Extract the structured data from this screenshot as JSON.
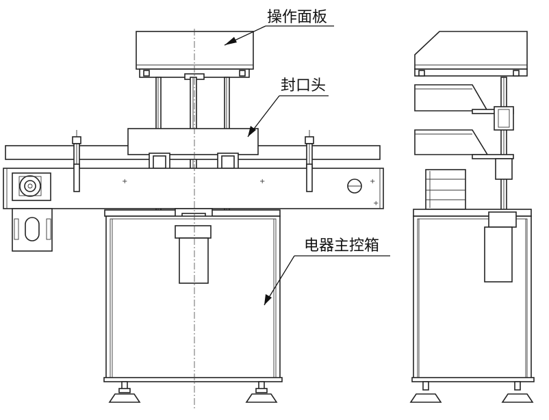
{
  "labels": {
    "control_panel": "操作面板",
    "sealing_head": "封口头",
    "electrical_box": "电器主控箱"
  }
}
